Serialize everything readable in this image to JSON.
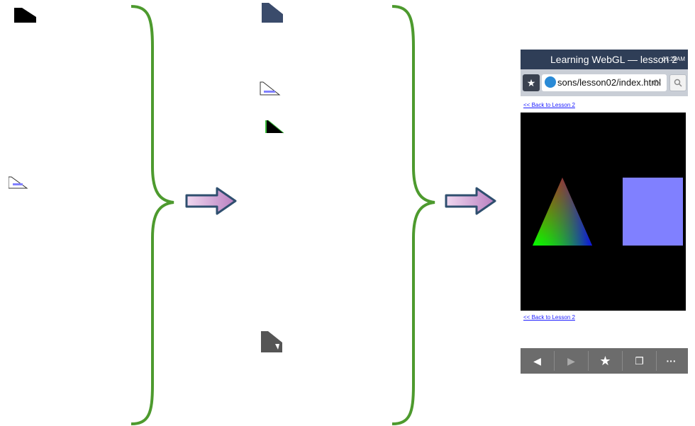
{
  "phone": {
    "title": "Learning WebGL — lesson 2",
    "clock": "07:28AM",
    "url": "sons/lesson02/index.html",
    "back_link_top": "<< Back to Lesson 2",
    "back_link_bottom": "<< Back to Lesson 2",
    "star_icon": "★",
    "reload_icon": "⟳",
    "search_icon": "🔍",
    "toolbar": {
      "back": "◀",
      "forward": "▶",
      "bookmark": "★",
      "tabs": "❐",
      "more": "···"
    }
  },
  "colors": {
    "brace": "#4d9a2e",
    "arrow_border": "#2f4f6f",
    "arrow_fill_start": "#f0d8f0",
    "arrow_fill_end": "#b97fc0",
    "square": "#8080ff",
    "titlebar": "#2f3e57"
  }
}
